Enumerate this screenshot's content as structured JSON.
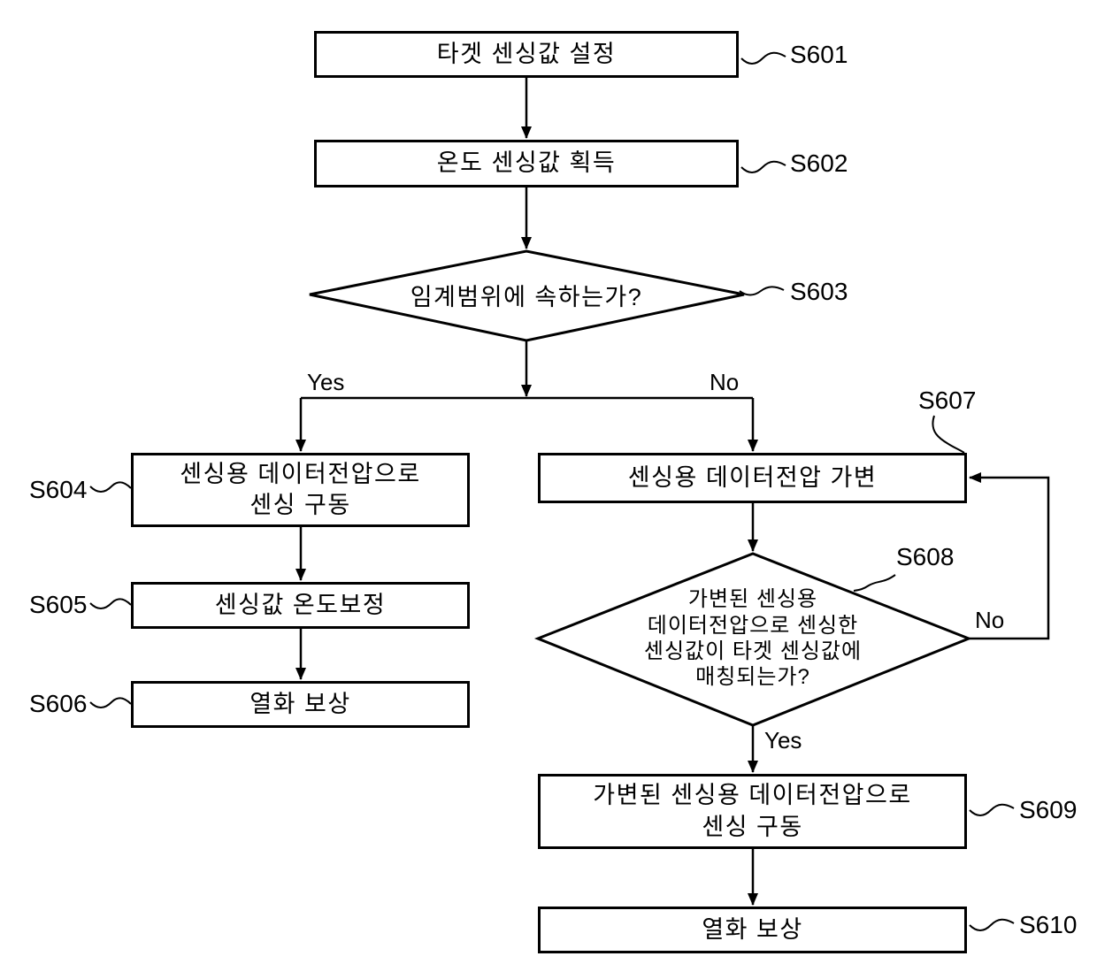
{
  "diagram": {
    "title": "sensing-compensation-flowchart",
    "colors": {
      "ink": "#000000",
      "background": "#ffffff"
    },
    "nodes": {
      "s601": {
        "step": "S601",
        "label": "타겟 센싱값 설정"
      },
      "s602": {
        "step": "S602",
        "label": "온도 센싱값 획득"
      },
      "s603": {
        "step": "S603",
        "label": "임계범위에 속하는가?"
      },
      "s604": {
        "step": "S604",
        "label": "센싱용 데이터전압으로\n센싱 구동"
      },
      "s605": {
        "step": "S605",
        "label": "센싱값 온도보정"
      },
      "s606": {
        "step": "S606",
        "label": "열화 보상"
      },
      "s607": {
        "step": "S607",
        "label": "센싱용 데이터전압 가변"
      },
      "s608": {
        "step": "S608",
        "label": "가변된 센싱용\n데이터전압으로 센싱한\n센싱값이 타겟 센싱값에\n매칭되는가?"
      },
      "s609": {
        "step": "S609",
        "label": "가변된 센싱용 데이터전압으로\n센싱 구동"
      },
      "s610": {
        "step": "S610",
        "label": "열화 보상"
      }
    },
    "branches": {
      "s603_yes": "Yes",
      "s603_no": "No",
      "s608_no": "No",
      "s608_yes": "Yes"
    }
  }
}
